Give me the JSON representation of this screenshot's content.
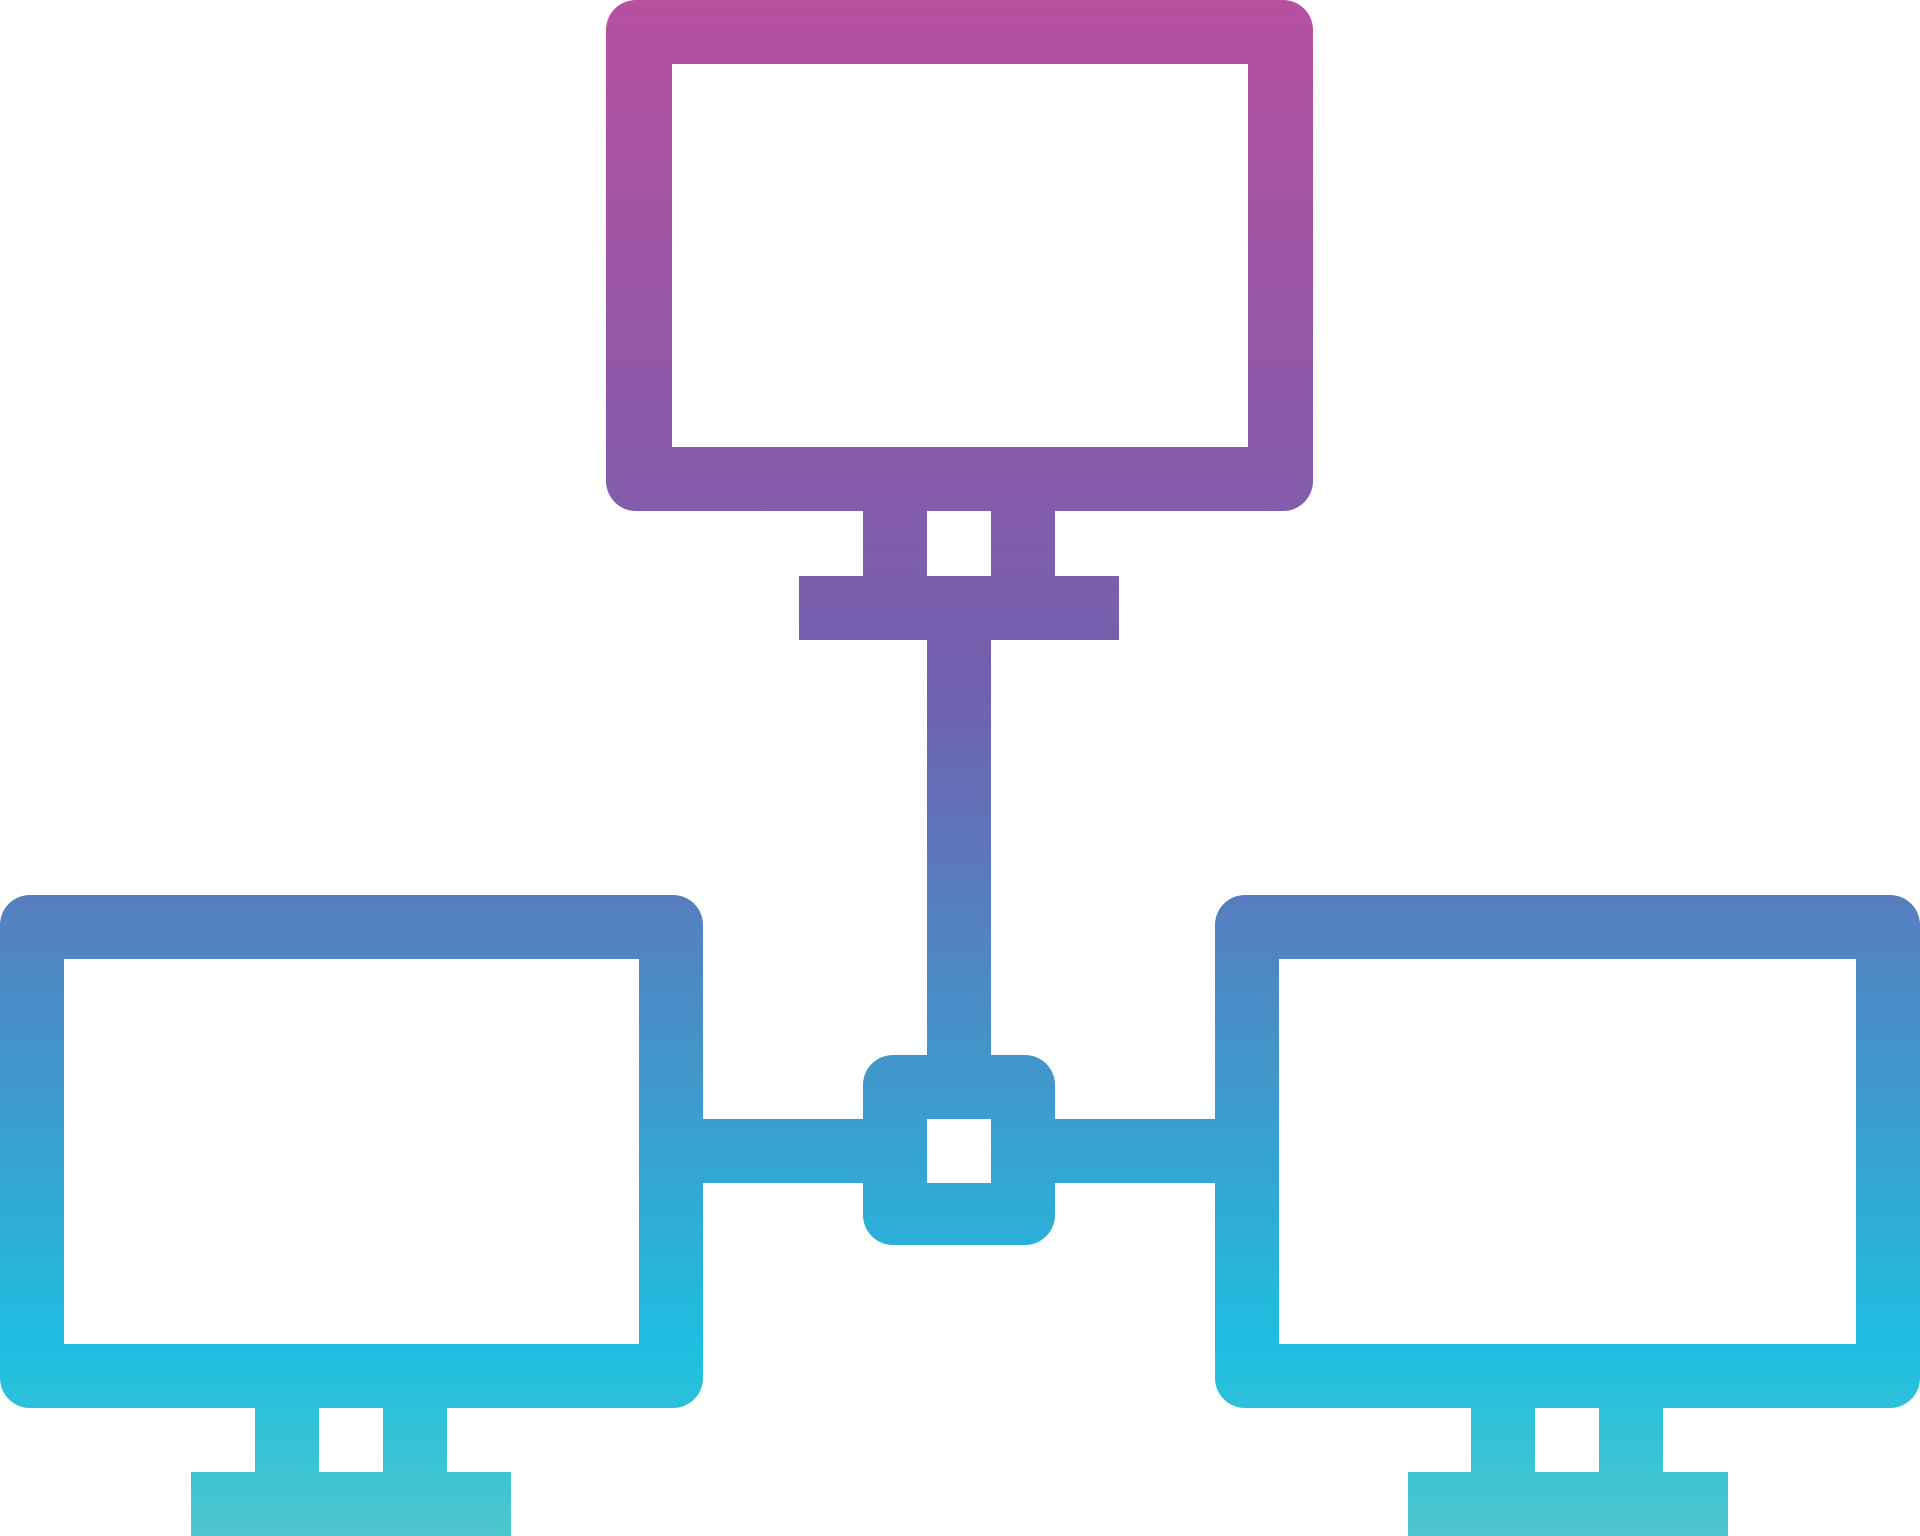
{
  "icon": {
    "name": "network-computers-icon",
    "style": "outline",
    "nodes": [
      "monitor-top",
      "monitor-left",
      "monitor-right",
      "hub"
    ],
    "colors": {
      "gradient_top": "#b84f9f",
      "gradient_mid": "#7060b0",
      "gradient_bottom": "#1ebfe1",
      "gradient_base": "#4ec5cd",
      "background": "#ffffff"
    }
  }
}
